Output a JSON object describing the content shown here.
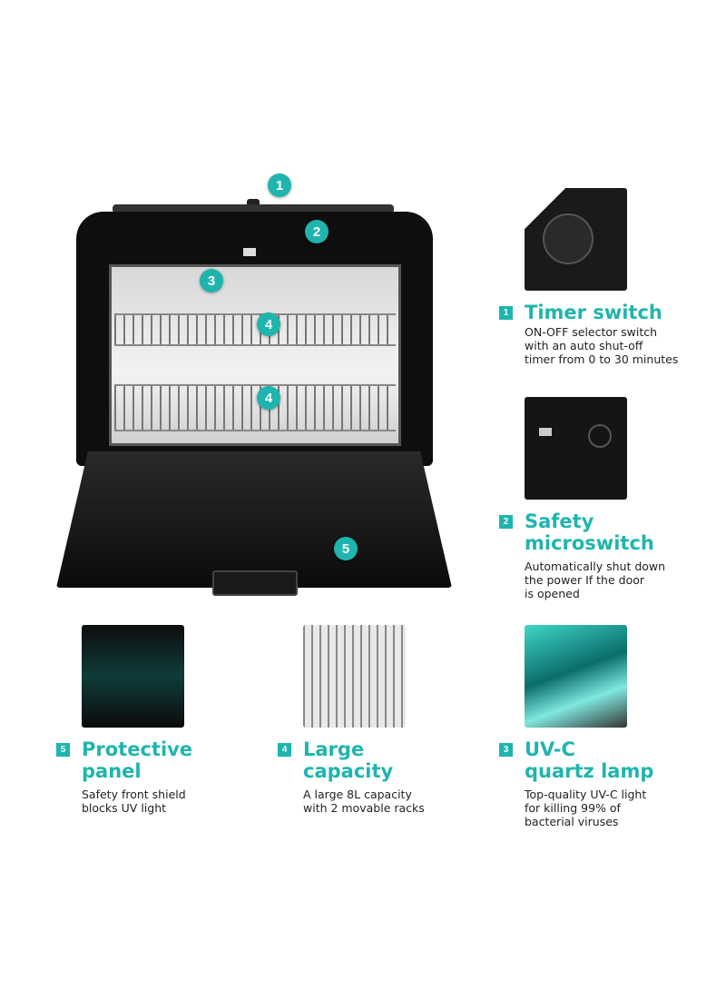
{
  "callouts": [
    "1",
    "2",
    "3",
    "4",
    "4",
    "5"
  ],
  "features": [
    {
      "number": "1",
      "title": "Timer switch",
      "desc": [
        "ON-OFF selector switch",
        "with an auto shut-off",
        "timer from 0 to 30 minutes"
      ]
    },
    {
      "number": "2",
      "title_lines": [
        "Safety",
        "microswitch"
      ],
      "desc": [
        "Automatically shut down",
        "the power If the door",
        "is opened"
      ]
    },
    {
      "number": "5",
      "title_lines": [
        "Protective",
        "panel"
      ],
      "desc": [
        "Safety front shield",
        "blocks UV light"
      ]
    },
    {
      "number": "4",
      "title_lines": [
        "Large",
        "capacity"
      ],
      "desc": [
        "A large 8L capacity",
        "with 2 movable racks"
      ]
    },
    {
      "number": "3",
      "title_lines": [
        "UV-C",
        "quartz lamp"
      ],
      "desc": [
        "Top-quality UV-C light",
        "for killing 99% of",
        "bacterial viruses"
      ]
    }
  ],
  "colors": {
    "accent": "#1fb5ae",
    "device": "#111111"
  }
}
